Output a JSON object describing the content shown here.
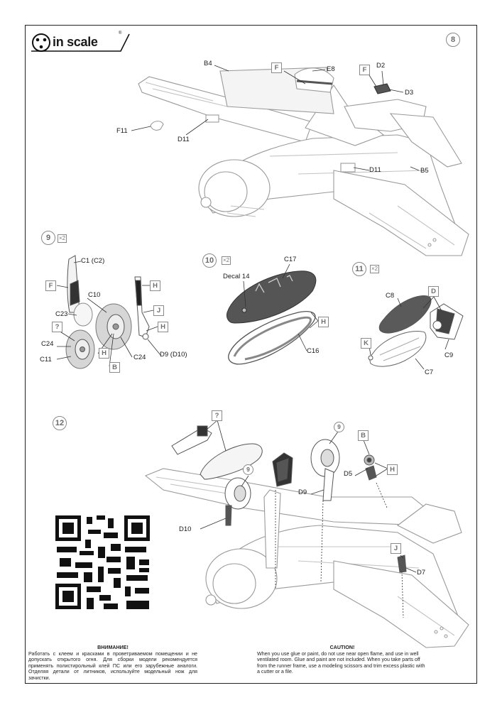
{
  "brand": {
    "name": "in scale",
    "reg": "®"
  },
  "steps": {
    "s8": "8",
    "s9": "9",
    "s10": "10",
    "s11": "11",
    "s12": "12",
    "mult": "×2"
  },
  "parts": {
    "B4": "B4",
    "E8": "E8",
    "F": "F",
    "D2": "D2",
    "D3": "D3",
    "F11": "F11",
    "D11": "D11",
    "B5": "B5",
    "C1": "C1 (C2)",
    "C10": "C10",
    "C23": "C23",
    "C24": "C24",
    "C11": "C11",
    "H": "H",
    "J": "J",
    "B": "B",
    "Q": "?",
    "D9D10": "D9 (D10)",
    "C17": "C17",
    "Decal": "Decal 14",
    "C16": "C16",
    "C8": "C8",
    "D": "D",
    "K": "K",
    "C9": "C9",
    "C7": "C7",
    "D5": "D5",
    "D9": "D9",
    "D10": "D10",
    "D7": "D7",
    "circ9": "9"
  },
  "warnings": {
    "ru_title": "ВНИМАНИЕ!",
    "ru_text": "Работать с клеем и красками в проветриваемом помещении и не допускать открытого огня. Для сборки модели рекомендуется применять полистирольный клей ПС или его зарубежные аналоги. Отделяя детали от литников, используйте модельный нож для зачистки.",
    "en_title": "CAUTION!",
    "en_text": "When you use glue or paint, do not use near open flame, and use in well ventilated room. Glue and paint are not included. When you take parts off from the runner frame, use a modeling scissors and trim excess plastic with a cutter or a file."
  }
}
